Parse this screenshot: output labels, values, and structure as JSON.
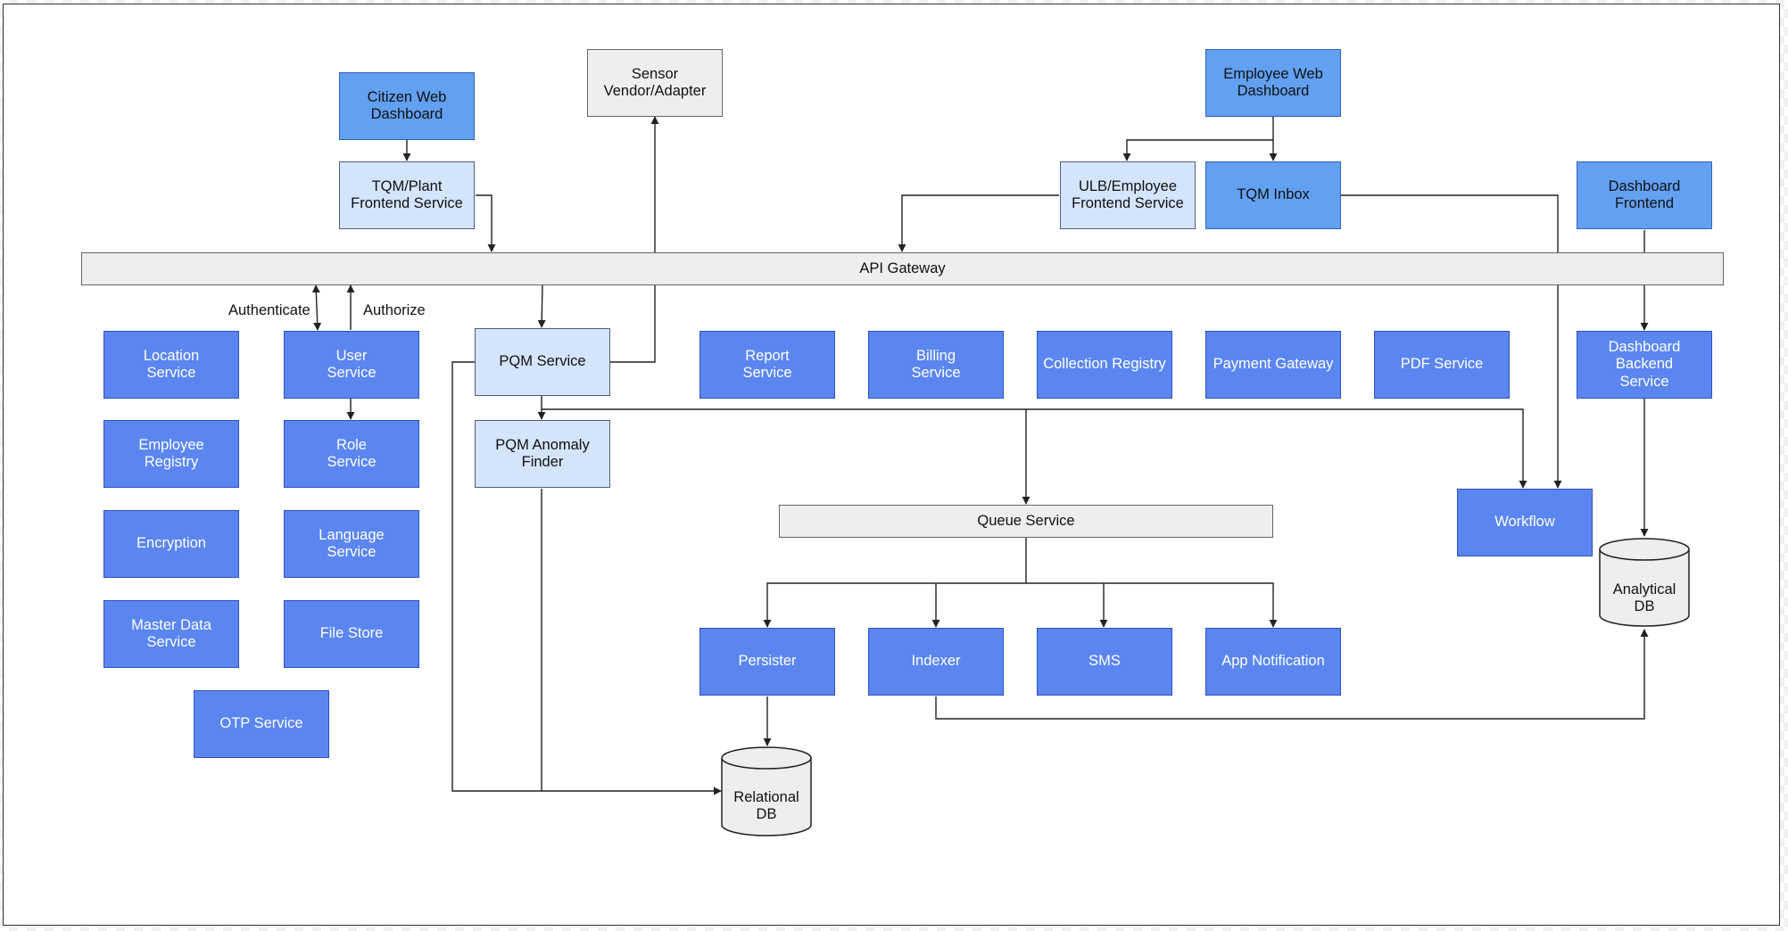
{
  "nodes": {
    "citizen_web_dashboard": "Citizen Web\nDashboard",
    "sensor_vendor": "Sensor\nVendor/Adapter",
    "employee_web_dashboard": "Employee Web\nDashboard",
    "tqm_plant_frontend": "TQM/Plant\nFrontend Service",
    "ulb_employee_frontend": "ULB/Employee\nFrontend Service",
    "tqm_inbox": "TQM Inbox",
    "dashboard_frontend": "Dashboard Frontend",
    "api_gateway": "API Gateway",
    "location_service": "Location\nService",
    "user_service": "User\nService",
    "pqm_service": "PQM Service",
    "report_service": "Report\nService",
    "billing_service": "Billing\nService",
    "collection_registry": "Collection Registry",
    "payment_gateway": "Payment Gateway",
    "pdf_service": "PDF Service",
    "dashboard_backend": "Dashboard Backend\nService",
    "employee_registry": "Employee\nRegistry",
    "role_service": "Role\nService",
    "pqm_anomaly_finder": "PQM Anomaly Finder",
    "encryption": "Encryption",
    "language_service": "Language\nService",
    "queue_service": "Queue Service",
    "workflow": "Workflow",
    "master_data_service": "Master Data\nService",
    "file_store": "File Store",
    "persister": "Persister",
    "indexer": "Indexer",
    "sms": "SMS",
    "app_notification": "App Notification",
    "otp_service": "OTP Service",
    "relational_db": "Relational\nDB",
    "analytical_db": "Analytical\nDB"
  },
  "edge_labels": {
    "authenticate": "Authenticate",
    "authorize": "Authorize"
  },
  "colors": {
    "service_blue": "#5b86f0",
    "dashboard_blue": "#62a0f2",
    "frontend_light": "#d3e4fb",
    "infra_gray": "#eeeeee"
  }
}
